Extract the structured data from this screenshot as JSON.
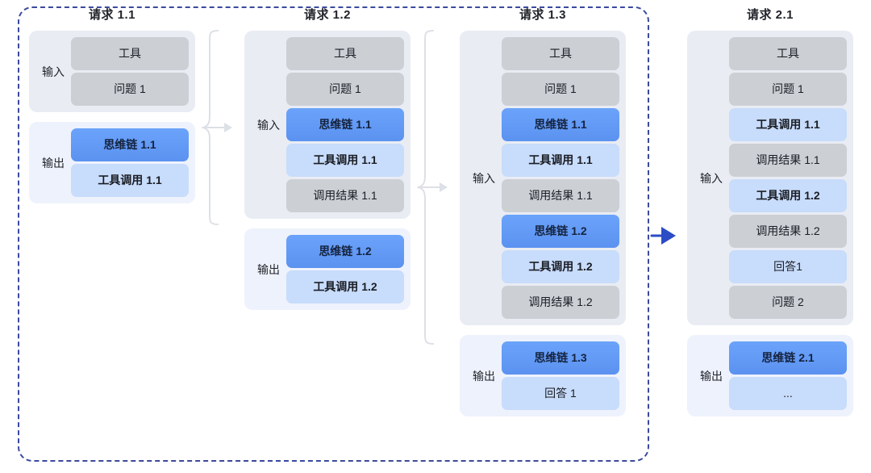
{
  "diagram": {
    "title_group_label": "",
    "colors": {
      "dashed_border": "#3b4a9c",
      "chip_gray": "#ccd0d5",
      "chip_blue": "#5b92f0",
      "chip_lightblue": "#c8dcfb",
      "group_bg_input": "#e9ecf3",
      "group_bg_output": "#eef2fc",
      "arrow_blue": "#2b4cc4",
      "brace_gray": "#dcdfe4"
    },
    "labels": {
      "input": "输入",
      "output": "输出"
    },
    "columns": [
      {
        "title": "请求 1.1",
        "input": [
          "工具",
          "问题 1"
        ],
        "input_styles": [
          "gray",
          "gray"
        ],
        "output": [
          "思维链 1.1",
          "工具调用 1.1"
        ],
        "output_styles": [
          "blue",
          "lightblue"
        ]
      },
      {
        "title": "请求 1.2",
        "input": [
          "工具",
          "问题 1",
          "思维链 1.1",
          "工具调用 1.1",
          "调用结果 1.1"
        ],
        "input_styles": [
          "gray",
          "gray",
          "blue",
          "lightblue",
          "gray"
        ],
        "output": [
          "思维链 1.2",
          "工具调用 1.2"
        ],
        "output_styles": [
          "blue",
          "lightblue"
        ]
      },
      {
        "title": "请求 1.3",
        "input": [
          "工具",
          "问题 1",
          "思维链 1.1",
          "工具调用 1.1",
          "调用结果 1.1",
          "思维链 1.2",
          "工具调用 1.2",
          "调用结果 1.2"
        ],
        "input_styles": [
          "gray",
          "gray",
          "blue",
          "lightblue",
          "gray",
          "blue",
          "lightblue",
          "gray"
        ],
        "output": [
          "思维链 1.3",
          "回答 1"
        ],
        "output_styles": [
          "blue",
          "lightblue-plain"
        ]
      },
      {
        "title": "请求 2.1",
        "input": [
          "工具",
          "问题 1",
          "工具调用 1.1",
          "调用结果 1.1",
          "工具调用 1.2",
          "调用结果 1.2",
          "回答1",
          "问题 2"
        ],
        "input_styles": [
          "gray",
          "gray",
          "lightblue",
          "gray",
          "lightblue",
          "gray",
          "lightblue-plain",
          "gray"
        ],
        "output": [
          "思维链 2.1",
          "..."
        ],
        "output_styles": [
          "blue",
          "lightblue-plain"
        ]
      }
    ],
    "connectors": [
      {
        "name": "brace-1-to-2",
        "kind": "curly-brace-arrow"
      },
      {
        "name": "brace-2-to-3",
        "kind": "curly-brace-arrow"
      },
      {
        "name": "arrow-group-to-col4",
        "kind": "solid-triangle-arrow"
      }
    ]
  }
}
